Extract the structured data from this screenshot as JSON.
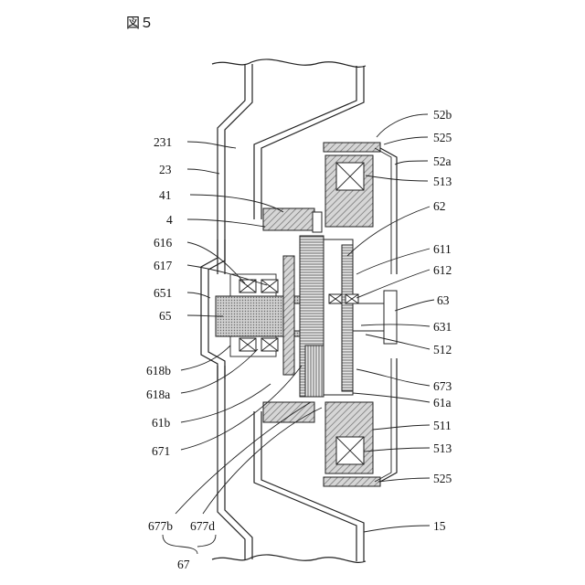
{
  "figure_title": "図５",
  "labels": {
    "l231": "231",
    "l23": "23",
    "l41": "41",
    "l4": "4",
    "l616": "616",
    "l617": "617",
    "l651": "651",
    "l65": "65",
    "l618b": "618b",
    "l618a": "618a",
    "l61b": "61b",
    "l671": "671",
    "l677b": "677b",
    "l677d": "677d",
    "l67": "67",
    "l52b": "52b",
    "l525a": "525",
    "l52a": "52a",
    "l513a": "513",
    "l62": "62",
    "l611": "611",
    "l612": "612",
    "l63": "63",
    "l631": "631",
    "l512": "512",
    "l673": "673",
    "l61a": "61a",
    "l511": "511",
    "l513b": "513",
    "l525b": "525",
    "l15": "15"
  },
  "colors": {
    "ink": "#222222",
    "hatch_gray": "#8c8c8c",
    "fill_gray": "#b5b5b5",
    "background": "#ffffff"
  }
}
